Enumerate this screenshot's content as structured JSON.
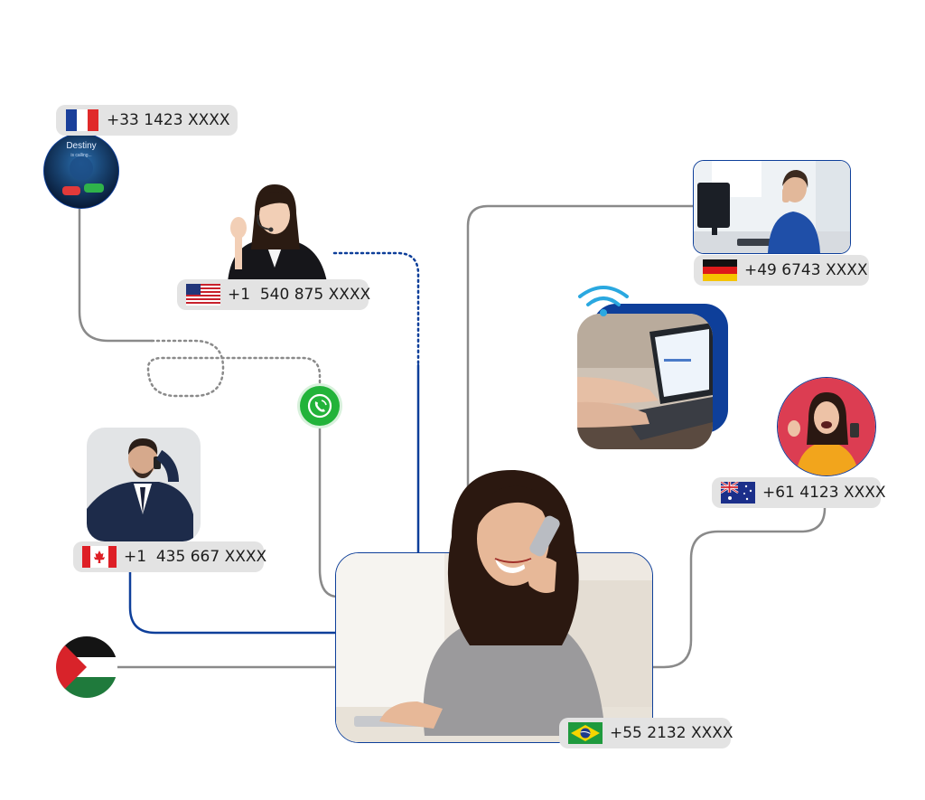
{
  "contacts": [
    {
      "id": "france",
      "number": "+33 1423 XXXX",
      "flag": "france-flag"
    },
    {
      "id": "usa",
      "number": "+1  540 875 XXXX",
      "flag": "usa-flag"
    },
    {
      "id": "germany",
      "number": "+49 6743 XXXX",
      "flag": "germany-flag"
    },
    {
      "id": "australia",
      "number": "+61 4123 XXXX",
      "flag": "australia-flag"
    },
    {
      "id": "canada",
      "number": "+1  435 667 XXXX",
      "flag": "canada-flag"
    },
    {
      "id": "brazil",
      "number": "+55 2132 XXXX",
      "flag": "brazil-flag"
    }
  ],
  "phone_screen": {
    "caller": "Destiny",
    "status": "is calling..."
  },
  "icons": {
    "call": "phone-call-icon",
    "wifi": "wifi-icon",
    "palestine": "palestine-flag-icon"
  },
  "colors": {
    "navy": "#0e3f9a",
    "gray_line": "#8a8a8a",
    "green": "#22b33a",
    "pill_bg": "#e3e3e3"
  }
}
